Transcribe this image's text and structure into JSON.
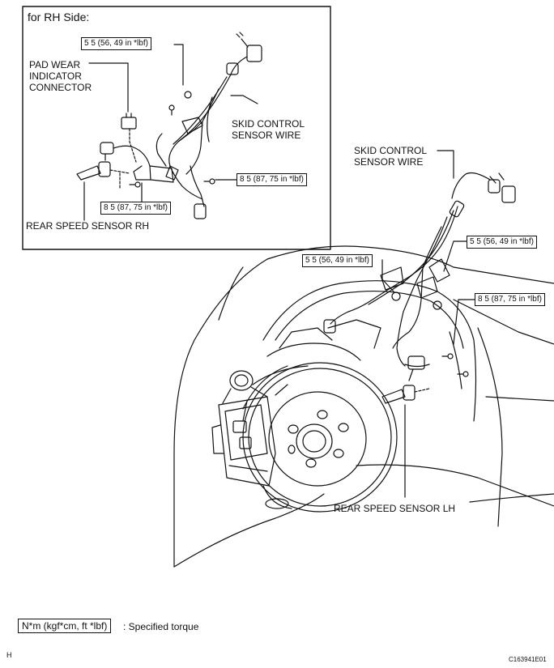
{
  "inset": {
    "title": "for RH Side:",
    "torque_top": "5 5 (56, 49 in *lbf)",
    "pad_wear_label": "PAD WEAR\nINDICATOR\nCONNECTOR",
    "skid_wire_label": "SKID CONTROL\nSENSOR WIRE",
    "torque_right": "8 5 (87, 75 in *lbf)",
    "torque_bottom": "8 5 (87, 75 in *lbf)",
    "sensor_label": "REAR SPEED SENSOR RH"
  },
  "main": {
    "skid_wire_label": "SKID CONTROL\nSENSOR WIRE",
    "torque_upper_right": "5 5 (56, 49 in *lbf)",
    "torque_middle": "5 5 (56, 49 in *lbf)",
    "torque_lower_right": "8 5 (87, 75 in *lbf)",
    "sensor_label": "REAR SPEED SENSOR LH"
  },
  "legend": {
    "unit_box": "N*m (kgf*cm, ft *lbf)",
    "text": ": Specified torque"
  },
  "footer": {
    "left_code": "H",
    "right_code": "C163941E01"
  }
}
